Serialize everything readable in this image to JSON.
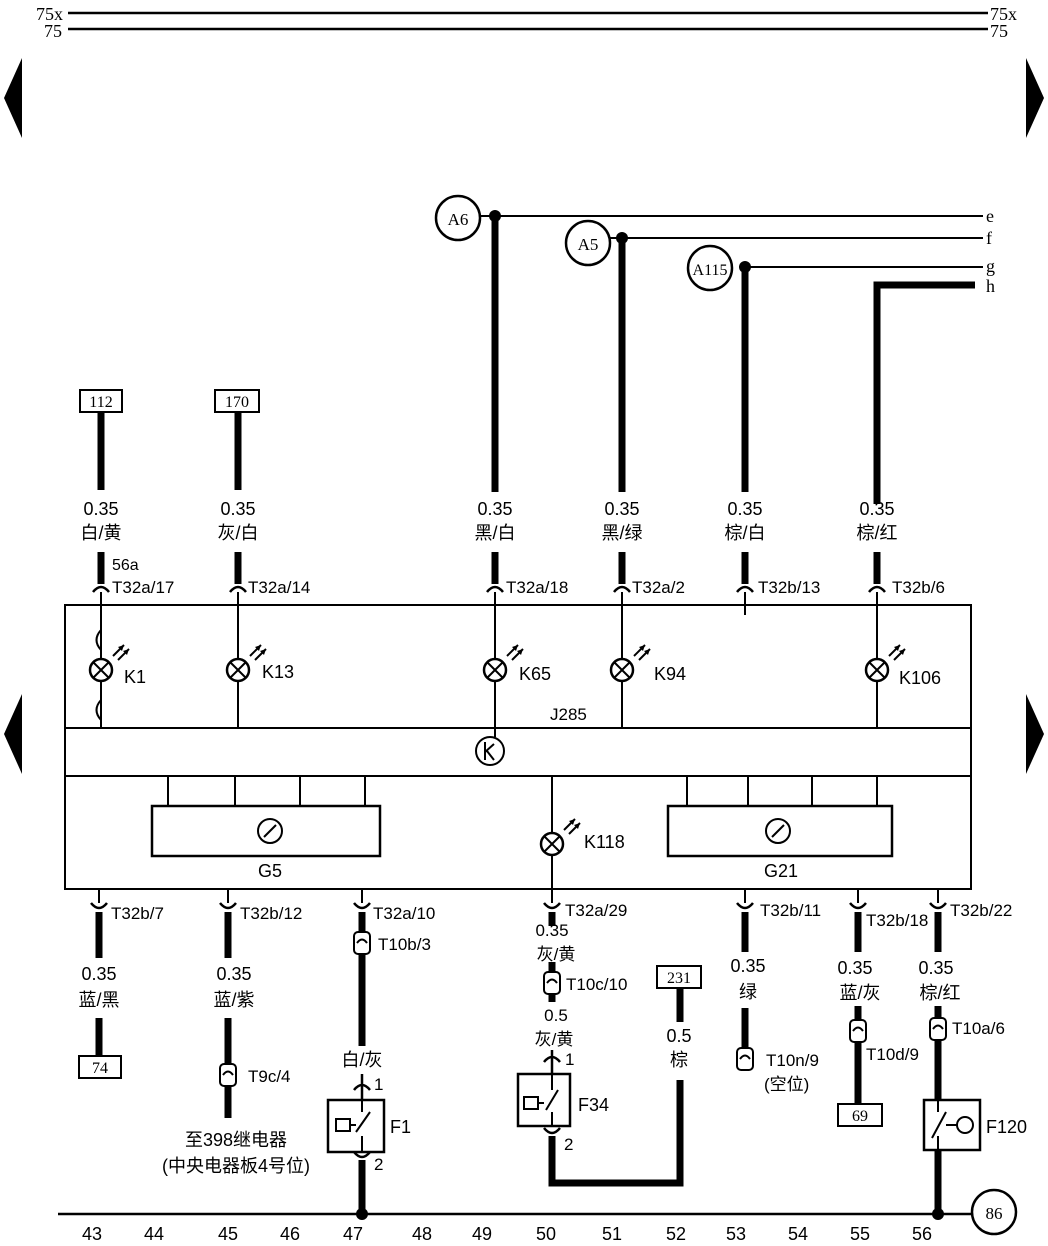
{
  "rails": {
    "top1_left": "75x",
    "top1_right": "75x",
    "top2_left": "75",
    "top2_right": "75"
  },
  "refs": {
    "r112": "112",
    "r170": "170",
    "r231": "231",
    "r74": "74",
    "r69": "69",
    "r86": "86"
  },
  "circles": {
    "a6": "A6",
    "a5": "A5",
    "a115": "A115"
  },
  "bus_letters": {
    "e": "e",
    "f": "f",
    "g": "g",
    "h": "h"
  },
  "top_wires": {
    "w1": {
      "size": "0.35",
      "color": "白/黄",
      "extra": "56a",
      "pin": "T32a/17"
    },
    "w2": {
      "size": "0.35",
      "color": "灰/白",
      "pin": "T32a/14"
    },
    "w3": {
      "size": "0.35",
      "color": "黑/白",
      "pin": "T32a/18"
    },
    "w4": {
      "size": "0.35",
      "color": "黑/绿",
      "pin": "T32a/2"
    },
    "w5": {
      "size": "0.35",
      "color": "棕/白",
      "pin": "T32b/13"
    },
    "w6": {
      "size": "0.35",
      "color": "棕/红",
      "pin": "T32b/6"
    }
  },
  "lamps": {
    "k1": "K1",
    "k13": "K13",
    "k65": "K65",
    "k94": "K94",
    "k106": "K106",
    "k118": "K118"
  },
  "module": {
    "name": "J285",
    "gauge_left": "G5",
    "gauge_right": "G21"
  },
  "bottom_wires": {
    "b1": {
      "pin": "T32b/7",
      "size": "0.35",
      "color": "蓝/黑"
    },
    "b2": {
      "pin": "T32b/12",
      "size": "0.35",
      "color": "蓝/紫",
      "conn": "T9c/4",
      "note1": "至398继电器",
      "note2": "(中央电器板4号位)"
    },
    "b3": {
      "pin": "T32a/10",
      "conn": "T10b/3",
      "color": "白/灰",
      "p1": "1",
      "p2": "2",
      "switch": "F1"
    },
    "b4": {
      "pin": "T32a/29",
      "size": "0.35",
      "color": "灰/黄",
      "conn": "T10c/10",
      "size2": "0.5",
      "color2": "灰/黄",
      "p1": "1",
      "p2": "2",
      "switch": "F34"
    },
    "b5": {
      "size": "0.5",
      "color": "棕"
    },
    "b6": {
      "pin": "T32b/11",
      "size": "0.35",
      "color": "绿",
      "conn": "T10n/9",
      "note": "(空位)"
    },
    "b7": {
      "pin": "T32b/18",
      "size": "0.35",
      "color": "蓝/灰",
      "conn": "T10d/9"
    },
    "b8": {
      "pin": "T32b/22",
      "size": "0.35",
      "color": "棕/红",
      "conn": "T10a/6",
      "switch": "F120"
    }
  },
  "columns": [
    "43",
    "44",
    "45",
    "46",
    "47",
    "48",
    "49",
    "50",
    "51",
    "52",
    "53",
    "54",
    "55",
    "56"
  ]
}
